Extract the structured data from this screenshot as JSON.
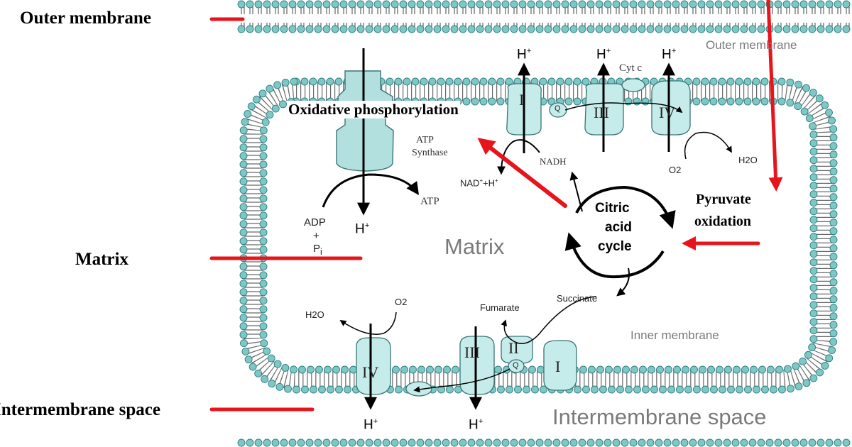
{
  "labels": {
    "outer_membrane_left": "Outer membrane",
    "outer_membrane_right": "Outer membrane",
    "matrix_left": "Matrix",
    "matrix_center": "Matrix",
    "intermembrane_left": "Intermembrane space",
    "intermembrane_right": "Intermembrane space",
    "inner_membrane": "Inner membrane",
    "oxidative_phosphorylation": "Oxidative phosphorylation",
    "pyruvate_line1": "Pyruvate",
    "pyruvate_line2": "oxidation",
    "citric_line1": "Citric",
    "citric_line2": "acid",
    "citric_line3": "cycle",
    "atp_synthase_line1": "ATP",
    "atp_synthase_line2": "Synthase",
    "atp": "ATP",
    "adp": "ADP",
    "plus": "+",
    "pi": "P",
    "nadh": "NADH",
    "nad": "NAD",
    "nad_suffix": "+H",
    "h2o_right": "H2O",
    "h2o_left": "H2O",
    "o2_top": "O2",
    "o2_bottom": "O2",
    "cyt_c": "Cyt c",
    "fumarate": "Fumarate",
    "succinate": "Succinate",
    "h": "H",
    "plus_sign": "+",
    "q": "Q",
    "complex_I": "I",
    "complex_II": "II",
    "complex_III": "III",
    "complex_IV": "IV"
  },
  "colors": {
    "membrane_fill": "#b2e0df",
    "membrane_stroke": "#2e7f82",
    "head_fill": "#7fc7c5",
    "protein_fill": "#c5ecea",
    "protein_stroke": "#3a7475",
    "arrow_red": "#e8141b",
    "arrow_black": "#000000"
  },
  "icons": {
    "membrane": "phospholipid-bilayer-icon",
    "atp_synthase": "atp-synthase-icon",
    "cycle": "cycle-arrows-icon",
    "ubiquinone": "q-icon"
  }
}
